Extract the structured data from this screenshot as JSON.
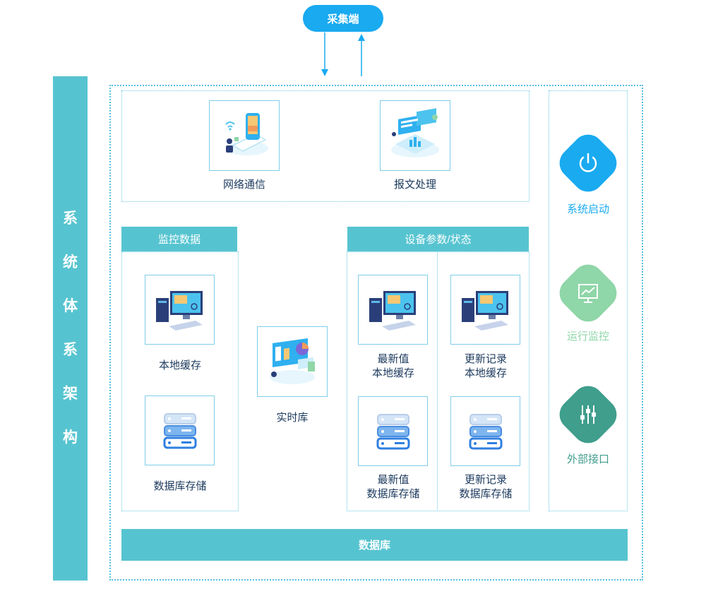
{
  "collector": {
    "label": "采集端"
  },
  "system_title": [
    "系",
    "统",
    "体",
    "系",
    "架",
    "构"
  ],
  "top_section": {
    "network": {
      "label": "网络通信"
    },
    "message": {
      "label": "报文处理"
    }
  },
  "monitor": {
    "header": "监控数据",
    "local_cache": {
      "label": "本地缓存"
    },
    "db_storage": {
      "label": "数据库存储"
    }
  },
  "realtime": {
    "label": "实时库"
  },
  "device": {
    "header": "设备参数/状态",
    "latest_local": {
      "line1": "最新值",
      "line2": "本地缓存"
    },
    "update_local": {
      "line1": "更新记录",
      "line2": "本地缓存"
    },
    "latest_db": {
      "line1": "最新值",
      "line2": "数据库存储"
    },
    "update_db": {
      "line1": "更新记录",
      "line2": "数据库存储"
    }
  },
  "right_panel": {
    "start": {
      "label": "系统启动",
      "color": "#19aaf0"
    },
    "monitor": {
      "label": "运行监控",
      "color": "#8fd6a8"
    },
    "interface": {
      "label": "外部接口",
      "color": "#3f9e8c"
    }
  },
  "database": {
    "label": "数据库"
  }
}
